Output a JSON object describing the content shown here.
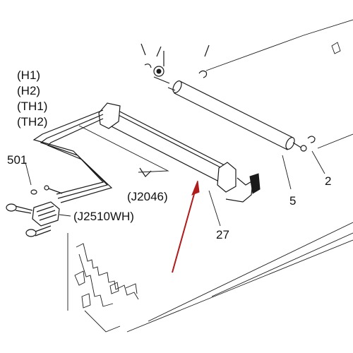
{
  "labels": {
    "h1": "(H1)",
    "h2": "(H2)",
    "th1": "(TH1)",
    "th2": "(TH2)",
    "part_501": "501",
    "j2046": "(J2046)",
    "j2510wh": "(J2510WH)",
    "part_27": "27",
    "part_5": "5",
    "part_2": "2"
  },
  "colors": {
    "arrow": "#b01b1b",
    "line": "#1a1a1a",
    "background": "#ffffff"
  }
}
